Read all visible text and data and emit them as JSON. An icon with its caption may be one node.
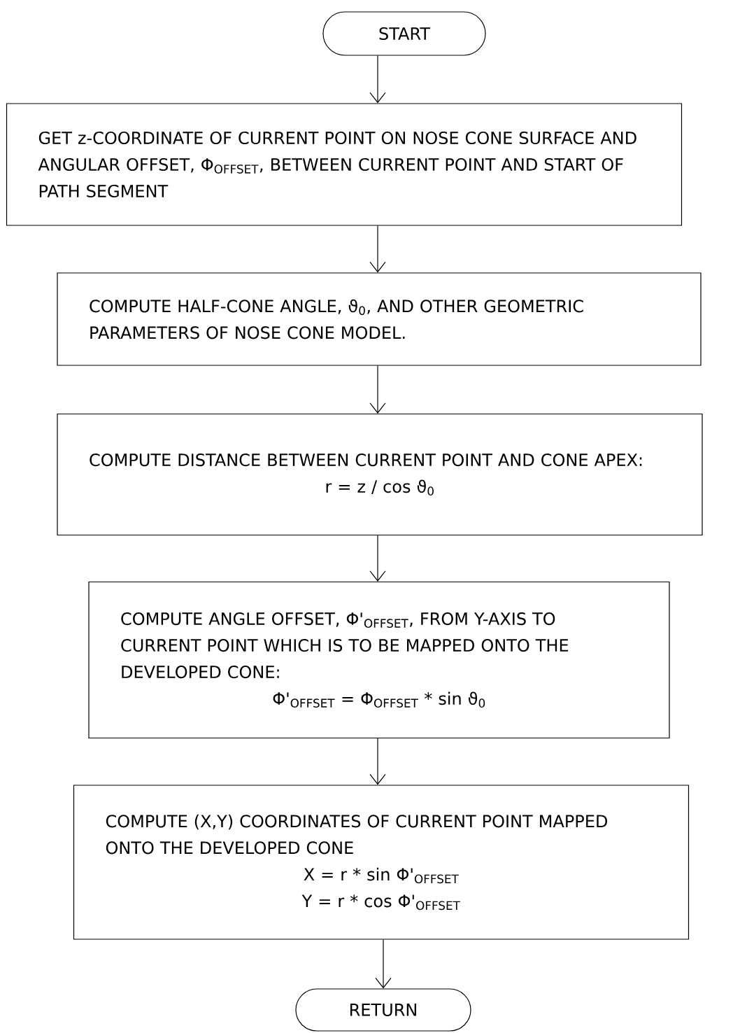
{
  "diagram": {
    "nodes": [
      {
        "text": [
          "START"
        ]
      },
      {
        "text": [
          "GET z-COORDINATE OF CURRENT POINT ON NOSE CONE SURFACE AND ANGULAR OFFSET, Φ$_{OFFSET}$, BETWEEN CURRENT POINT AND START OF PATH SEGMENT"
        ]
      },
      {
        "text": [
          "COMPUTE HALF-CONE ANGLE, ϑ$_{0}$, AND OTHER GEOMETRIC PARAMETERS OF NOSE CONE MODEL."
        ]
      },
      {
        "text": [
          "COMPUTE DISTANCE BETWEEN CURRENT POINT AND CONE APEX:",
          "r = z / cos ϑ$_{0}$"
        ]
      },
      {
        "text": [
          "COMPUTE ANGLE OFFSET, Φ'$_{OFFSET}$, FROM Y-AXIS TO CURRENT POINT WHICH IS TO BE MAPPED ONTO THE DEVELOPED CONE:",
          "Φ'$_{OFFSET}$ = Φ$_{OFFSET}$ * sin ϑ$_{0}$"
        ]
      },
      {
        "text": [
          "COMPUTE (X,Y) COORDINATES OF CURRENT POINT MAPPED ONTO THE DEVELOPED CONE",
          "X = r * sin Φ'$_{OFFSET}$",
          "Y = r * cos Φ'$_{OFFSET}$"
        ]
      },
      {
        "text": [
          "RETURN"
        ]
      }
    ],
    "edges": [
      {
        "from": 0,
        "to": 1,
        "arrow": "to"
      },
      {
        "from": 1,
        "to": 2,
        "arrow": "to"
      },
      {
        "from": 2,
        "to": 3,
        "arrow": "to"
      },
      {
        "from": 3,
        "to": 4,
        "arrow": "to"
      },
      {
        "from": 4,
        "to": 5,
        "arrow": "to"
      },
      {
        "from": 5,
        "to": 6,
        "arrow": "to"
      }
    ]
  }
}
